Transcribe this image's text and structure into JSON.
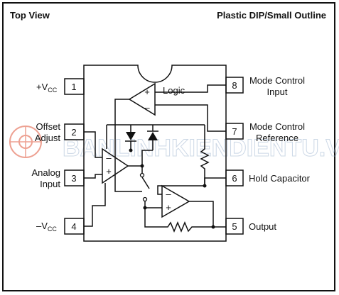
{
  "header": {
    "left_title": "Top View",
    "right_title": "Plastic DIP/Small Outline"
  },
  "pins": {
    "p1": {
      "number": "1",
      "label": "+V",
      "sub": "CC"
    },
    "p2": {
      "number": "2",
      "label_line1": "Offset",
      "label_line2": "Adjust"
    },
    "p3": {
      "number": "3",
      "label_line1": "Analog",
      "label_line2": "Input"
    },
    "p4": {
      "number": "4",
      "label": "–V",
      "sub": "CC"
    },
    "p5": {
      "number": "5",
      "label": "Output"
    },
    "p6": {
      "number": "6",
      "label": "Hold Capacitor"
    },
    "p7": {
      "number": "7",
      "label_line1": "Mode Control",
      "label_line2": "Reference"
    },
    "p8": {
      "number": "8",
      "label_line1": "Mode Control",
      "label_line2": "Input"
    }
  },
  "logic_label": "Logic",
  "opamp_symbols": {
    "plus": "+",
    "minus": "–"
  },
  "watermark": "BANLINHKIENDIENTU.VN"
}
